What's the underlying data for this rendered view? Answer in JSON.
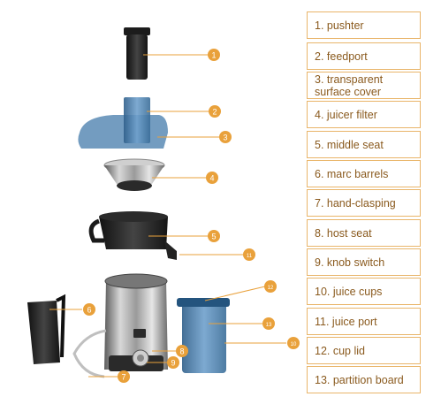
{
  "legend": [
    {
      "num": "1",
      "text": "1. pushter"
    },
    {
      "num": "2",
      "text": "2. feedport"
    },
    {
      "num": "3",
      "text": "3. transparent surface cover"
    },
    {
      "num": "4",
      "text": "4. juicer filter"
    },
    {
      "num": "5",
      "text": "5. middle seat"
    },
    {
      "num": "6",
      "text": "6. marc barrels"
    },
    {
      "num": "7",
      "text": "7. hand-clasping"
    },
    {
      "num": "8",
      "text": "8. host seat"
    },
    {
      "num": "9",
      "text": "9. knob switch"
    },
    {
      "num": "10",
      "text": "10. juice cups"
    },
    {
      "num": "11",
      "text": "11. juice port"
    },
    {
      "num": "12",
      "text": "12. cup lid"
    },
    {
      "num": "13",
      "text": "13. partition board"
    }
  ],
  "callouts": [
    "1",
    "2",
    "3",
    "4",
    "5",
    "6",
    "7",
    "8",
    "9",
    "10",
    "11",
    "12",
    "13"
  ],
  "colors": {
    "accent": "#e9a13b",
    "legend_border": "#e9b56a",
    "legend_text": "#8a5a1e"
  }
}
